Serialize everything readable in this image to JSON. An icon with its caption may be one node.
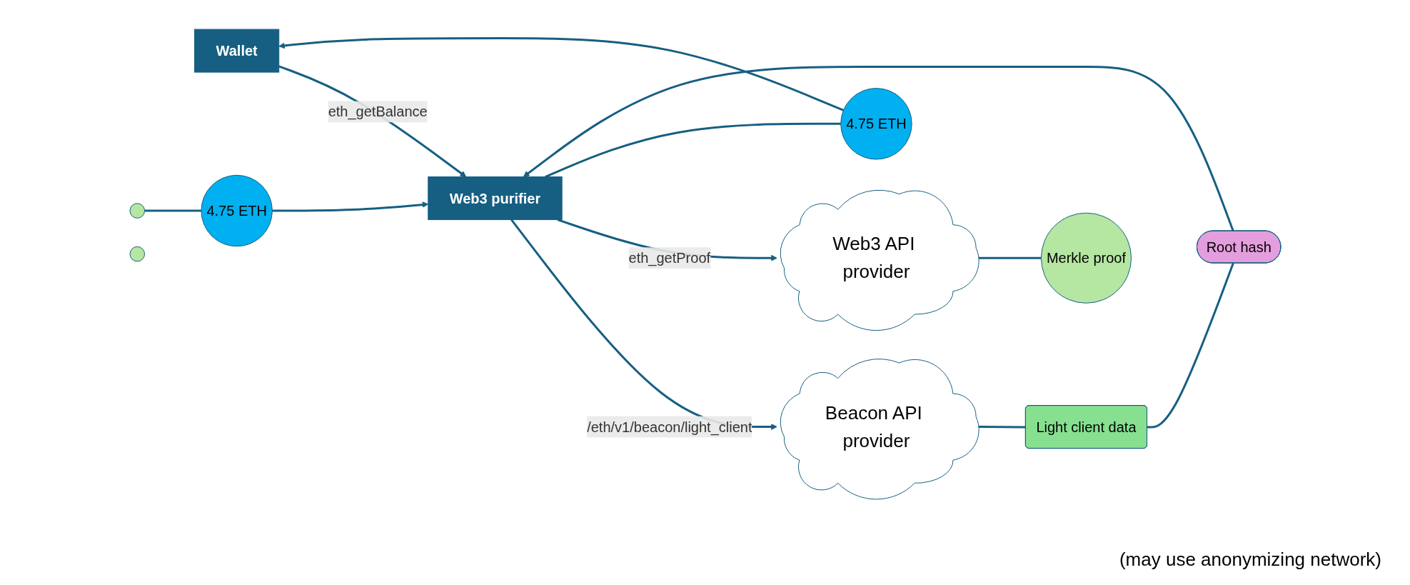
{
  "diagram": {
    "nodes": [
      {
        "text": [
          "Wallet"
        ]
      },
      {
        "text": [
          "Web3 purifier"
        ]
      },
      {
        "text": [
          "Beacon API provider"
        ]
      },
      {
        "text": [
          "Root hash"
        ]
      },
      {
        "text": [
          "Light client data"
        ]
      },
      {
        "text": [
          "Web3 API provider"
        ]
      },
      {
        "text": [
          "4.75 ETH"
        ]
      },
      {
        "text": [
          "4.75 ETH"
        ]
      },
      {
        "text": [],
        "shape": "circle"
      },
      {
        "text": [],
        "shape": "circle"
      },
      {
        "text": [
          "Merkle proof"
        ]
      }
    ],
    "edges": [
      {
        "from": 1,
        "to": 2,
        "arrow": "to",
        "label": "/eth/v1/beacon/light_client"
      },
      {
        "from": 2,
        "to": 4,
        "arrow": "none"
      },
      {
        "from": 4,
        "to": 3,
        "arrow": "none"
      },
      {
        "from": 3,
        "to": 1,
        "arrow": "to"
      },
      {
        "from": 0,
        "to": 1,
        "arrow": "to",
        "label": "eth_getBalance"
      },
      {
        "from": 1,
        "to": 5,
        "arrow": "to",
        "label": "eth_getProof"
      },
      {
        "from": 5,
        "to": 10,
        "arrow": "none"
      },
      {
        "from": 8,
        "to": 7,
        "arrow": "none"
      },
      {
        "from": 7,
        "to": 1,
        "arrow": "to"
      },
      {
        "from": 1,
        "to": 6,
        "arrow": "none"
      },
      {
        "from": 6,
        "to": 0,
        "arrow": "to"
      }
    ],
    "labels": [
      "(may use anonymizing network)"
    ]
  }
}
